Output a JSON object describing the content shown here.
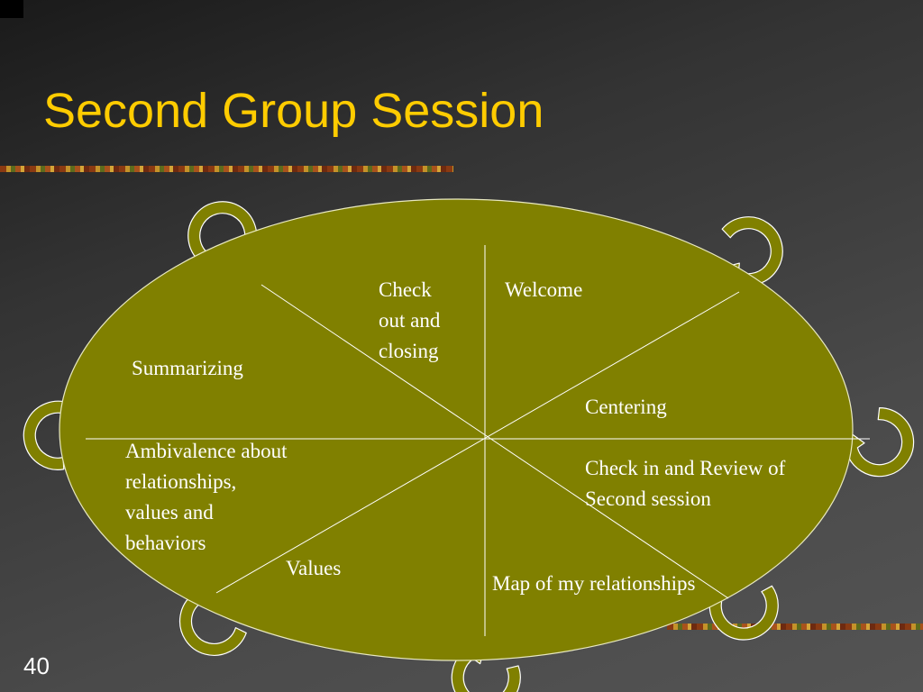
{
  "slide": {
    "title": "Second Group Session",
    "number": "40"
  },
  "colors": {
    "title": "#ffcc00",
    "ellipse_fill": "#808000",
    "arrow_fill": "#808000",
    "text": "#ffffff",
    "lines": "#ffffff"
  },
  "diagram": {
    "segments": [
      {
        "id": "welcome",
        "lines": [
          "Welcome"
        ]
      },
      {
        "id": "centering",
        "lines": [
          "Centering"
        ]
      },
      {
        "id": "check-in",
        "lines": [
          "Check in and Review of",
          "Second session"
        ]
      },
      {
        "id": "map",
        "lines": [
          "Map of my relationships"
        ]
      },
      {
        "id": "values",
        "lines": [
          "Values"
        ]
      },
      {
        "id": "ambivalence",
        "lines": [
          "Ambivalence about",
          "relationships,",
          "values and",
          "behaviors"
        ]
      },
      {
        "id": "summarizing",
        "lines": [
          "Summarizing"
        ]
      },
      {
        "id": "check-out",
        "lines": [
          "Check",
          "out and",
          "closing"
        ]
      }
    ],
    "arrow_icon": "circular-arrow-icon"
  }
}
